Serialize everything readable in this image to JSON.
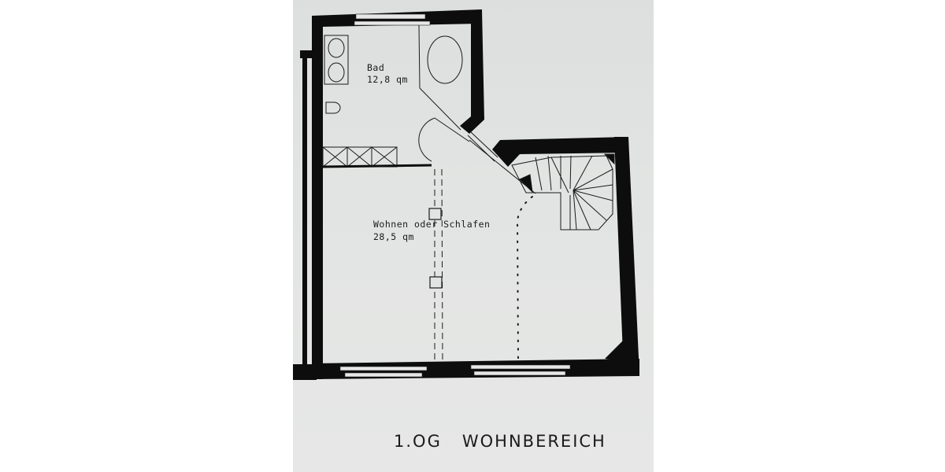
{
  "plan": {
    "title": "1.OG   WOHNBEREICH",
    "rooms": [
      {
        "name": "Bad",
        "area": "12,8 qm"
      },
      {
        "name": "Wohnen oder Schlafen",
        "area": "28,5 qm"
      }
    ],
    "colors": {
      "wall": "#0d0d0d",
      "paper": "#e2e4e3",
      "background": "#ffffff"
    }
  }
}
